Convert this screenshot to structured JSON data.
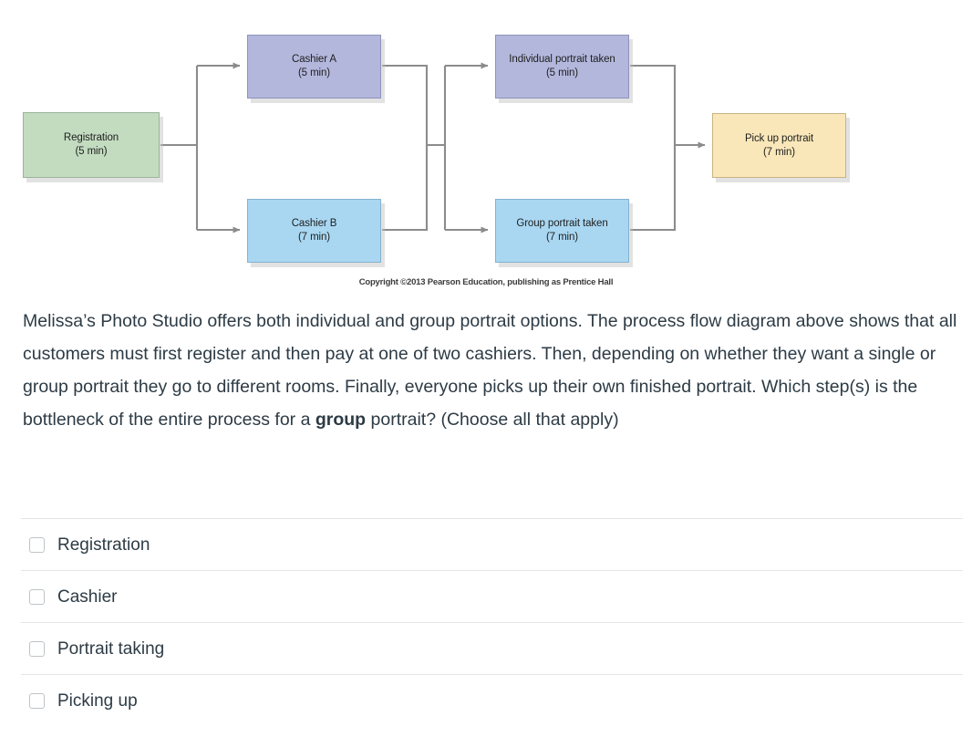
{
  "diagram": {
    "title": "Melissa's Photo Studio process flow diagram",
    "copyright": "Copyright ©2013 Pearson Education, publishing as Prentice Hall",
    "nodes": [
      {
        "id": "registration",
        "label": "Registration",
        "time": "(5 min)",
        "color": "#c3dcc0"
      },
      {
        "id": "cashier-a",
        "label": "Cashier A",
        "time": "(5 min)",
        "color": "#b3b7dc"
      },
      {
        "id": "cashier-b",
        "label": "Cashier B",
        "time": "(7 min)",
        "color": "#a9d7f2"
      },
      {
        "id": "individual-portrait",
        "label": "Individual portrait taken",
        "time": "(5 min)",
        "color": "#b3b7dc"
      },
      {
        "id": "group-portrait",
        "label": "Group portrait taken",
        "time": "(7 min)",
        "color": "#a9d7f2"
      },
      {
        "id": "pick-up-portrait",
        "label": "Pick up portrait",
        "time": "(7 min)",
        "color": "#fae7b9"
      }
    ],
    "connector_color": "#8c8c8c"
  },
  "question": {
    "text_before_bold": "Melissa’s Photo Studio offers both individual and group portrait options. The process flow diagram above shows that all customers must first register and then pay at one of two cashiers. Then, depending on whether they want a single or group portrait they go to different rooms. Finally, everyone picks up their own finished portrait. Which step(s) is the bottleneck of the entire process for a ",
    "bold_word": "group",
    "text_after_bold": " portrait? (Choose all that apply)"
  },
  "options": [
    {
      "label": "Registration",
      "checked": false
    },
    {
      "label": "Cashier",
      "checked": false
    },
    {
      "label": "Portrait taking",
      "checked": false
    },
    {
      "label": "Picking up",
      "checked": false
    }
  ]
}
